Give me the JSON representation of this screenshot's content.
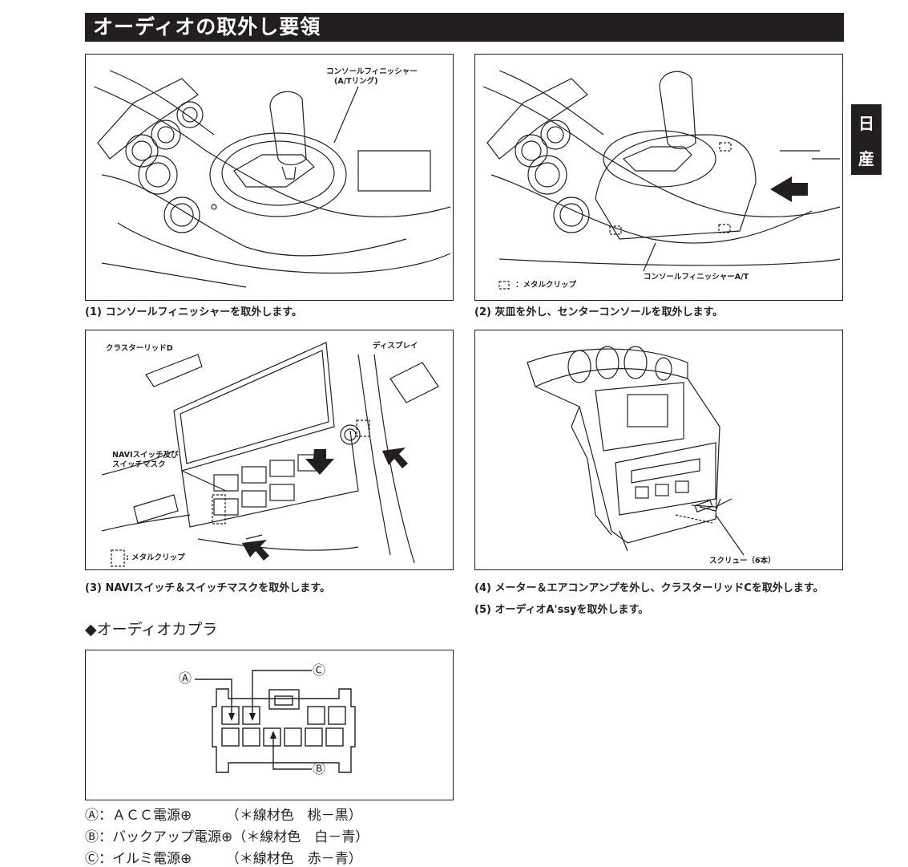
{
  "header": {
    "title": "オーディオの取外し要領"
  },
  "side_tab": {
    "char1": "日",
    "char2": "産"
  },
  "steps": {
    "s1": {
      "caption": "(1) コンソールフィニッシャーを取外します。",
      "label_a": "コンソールフィニッシャー",
      "label_b": "(A/Tリング)"
    },
    "s2": {
      "caption": "(2) 灰皿を外し、センターコンソールを取外します。",
      "label_finisher": "コンソールフィニッシャーA/T",
      "legend_clip": "：メタルクリップ"
    },
    "s3": {
      "caption": "(3) NAVIスイッチ＆スイッチマスクを取外します。",
      "label_lid": "クラスターリッドD",
      "label_display": "ディスプレイ",
      "label_navi_1": "NAVIスイッチ及び",
      "label_navi_2": "スイッチマスク",
      "legend_clip": ": メタルクリップ"
    },
    "s4": {
      "caption": "(4) メーター＆エアコンアンプを外し、クラスターリッドCを取外します。",
      "label_screw": "スクリュー（6本）"
    },
    "s5": {
      "caption": "(5) オーディオA'ssyを取外します。"
    }
  },
  "coupler": {
    "title": "◆オーディオカプラ",
    "mark_a": "Ⓐ",
    "mark_b": "Ⓑ",
    "mark_c": "Ⓒ"
  },
  "legend": {
    "row_a": "Ⓐ：ＡＣＣ電源⊕　　　（＊線材色　桃－黒）",
    "row_b": "Ⓑ：バックアップ電源⊕（＊線材色　白－青）",
    "row_c": "Ⓒ：イルミ電源⊕　　　（＊線材色　赤－青）"
  },
  "colors": {
    "ink": "#231f20",
    "header_bg": "#231f20",
    "paper": "#ffffff"
  }
}
